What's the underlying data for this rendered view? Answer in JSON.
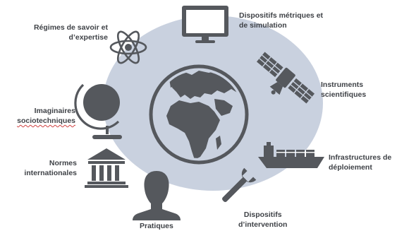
{
  "colors": {
    "ellipse": "#c9d1df",
    "icon": "#55585d",
    "text": "#3f4247"
  },
  "labels": {
    "regimes_line1": "Régimes de savoir et",
    "regimes_line2": "d’expertise",
    "dispositifs_metriques_line1": "Dispositifs métriques et",
    "dispositifs_metriques_line2": "de simulation",
    "instruments_line1": "Instruments",
    "instruments_line2": "scientifiques",
    "imaginaires_line1": "Imaginaires",
    "imaginaires_line2": "sociotechniques",
    "infrastructures_line1": "Infrastructures de",
    "infrastructures_line2": "déploiement",
    "normes_line1": "Normes",
    "normes_line2": "internationales",
    "intervention_line1": "Dispositifs",
    "intervention_line2": "d’intervention",
    "pratiques": "Pratiques"
  },
  "icons": [
    "atom-icon",
    "monitor-icon",
    "satellite-icon",
    "globe-stand-icon",
    "earth-icon",
    "ship-icon",
    "building-columns-icon",
    "wrench-icon",
    "head-icon"
  ]
}
